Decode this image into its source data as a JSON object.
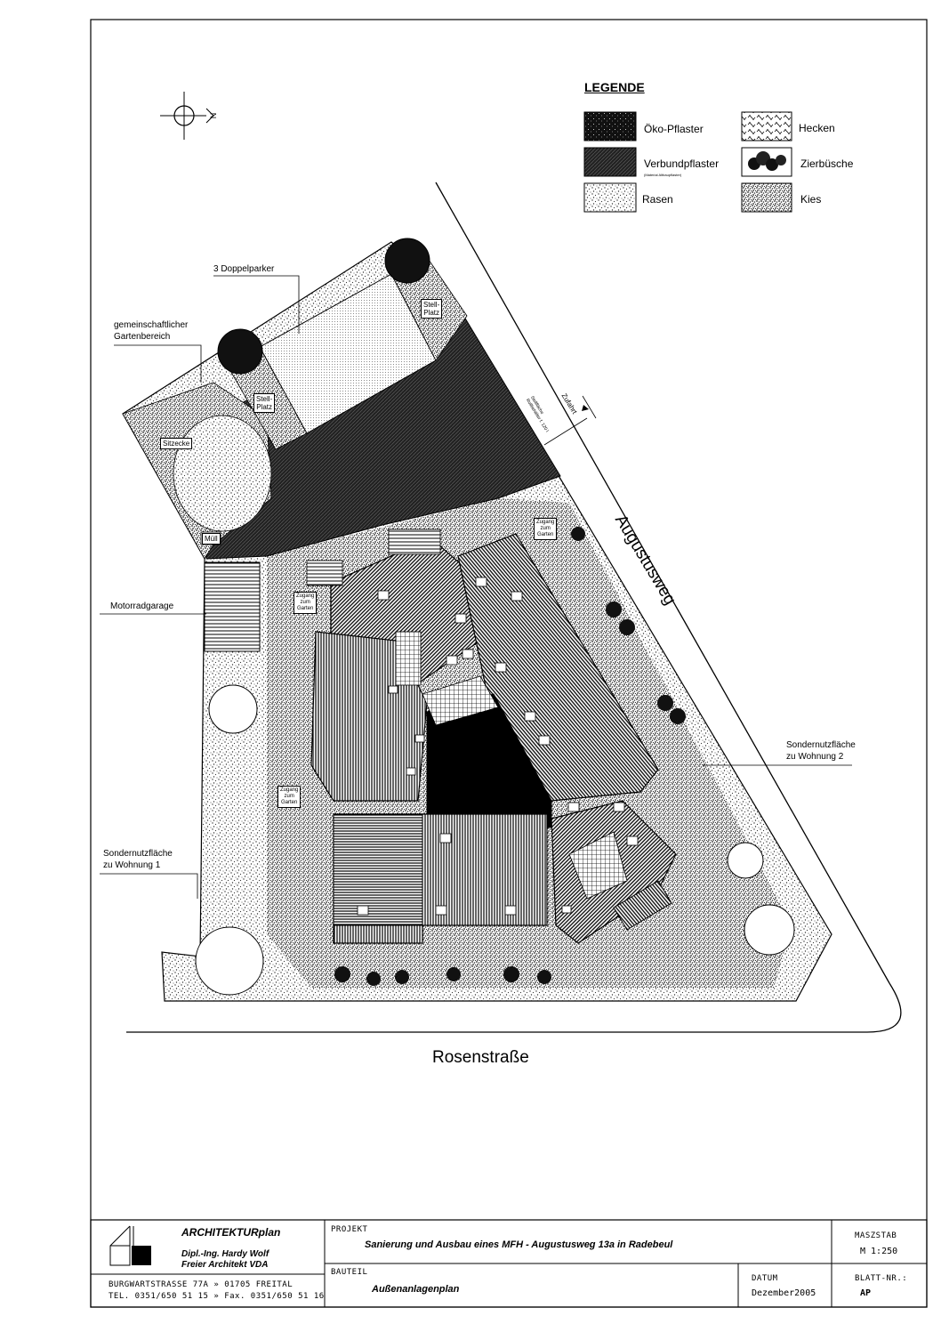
{
  "legend": {
    "title": "LEGENDE",
    "items": [
      {
        "label": "Öko-Pflaster",
        "note": ""
      },
      {
        "label": "Verbundpflaster",
        "note": "(Material Altbaupflaster)"
      },
      {
        "label": "Rasen",
        "note": ""
      },
      {
        "label": "Hecken",
        "note": ""
      },
      {
        "label": "Zierbüsche",
        "note": ""
      },
      {
        "label": "Kies",
        "note": ""
      }
    ]
  },
  "north_symbol": "N",
  "plan_labels": {
    "doppelparker": "3 Doppelparker",
    "garten_line1": "gemeinschaftlicher",
    "garten_line2": "Gartenbereich",
    "stellplatz1": "Stell-\nPlatz",
    "stellplatz2": "Stell-\nPlatz",
    "sitzecke": "Sitzecke",
    "muell": "Müll",
    "motorradgarage": "Motorradgarage",
    "zugang1": "Zugang\nzum\nGarten",
    "zugang2": "Zugang\nzum\nGarten",
    "zugang3": "Zugang\nzum\nGarten",
    "sonder1_line1": "Sondernutzfläche",
    "sonder1_line2": "zu Wohnung 1",
    "sonder2_line1": "Sondernutzfläche",
    "sonder2_line2": "zu Wohnung 2",
    "zufahrt": "Zufahrt",
    "stellfläche": "Stellfläche\nRollbehälter f. 120 l"
  },
  "streets": {
    "augustusweg": "Augustusweg",
    "rosenstrasse": "Rosenstraße"
  },
  "title_block": {
    "office_name": "ARCHITEKTURplan",
    "architect_line1": "Dipl.-Ing. Hardy Wolf",
    "architect_line2": "Freier Architekt VDA",
    "address_line1": "BURGWARTSTRASSE 77A » 01705 FREITAL",
    "address_line2": "TEL. 0351/650 51 15 » Fax. 0351/650 51 16",
    "projekt_label": "PROJEKT",
    "projekt_value": "Sanierung und Ausbau eines MFH - Augustusweg 13a in Radebeul",
    "massstab_label": "MASZSTAB",
    "massstab_value": "M 1:250",
    "bauteil_label": "BAUTEIL",
    "bauteil_value": "Außenanlagenplan",
    "datum_label": "DATUM",
    "datum_value": "Dezember2005",
    "blatt_label": "BLATT-NR.:",
    "blatt_value": "AP"
  }
}
